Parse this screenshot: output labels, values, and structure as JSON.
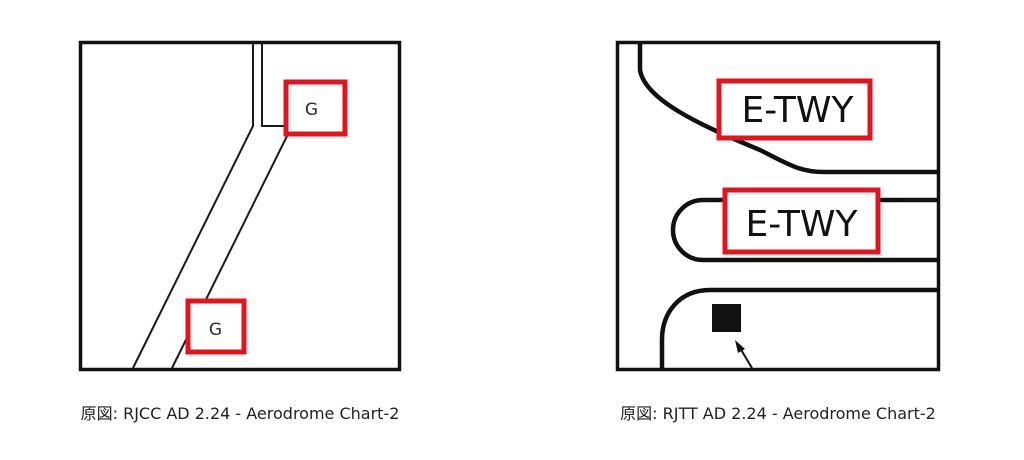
{
  "left_panel": {
    "labels": [
      "G",
      "G"
    ],
    "caption": "原図: RJCC AD 2.24 - Aerodrome Chart-2"
  },
  "right_panel": {
    "labels": [
      "E-TWY",
      "E-TWY"
    ],
    "caption": "原図: RJTT AD 2.24 - Aerodrome Chart-2"
  },
  "colors": {
    "highlight_box": "#e3141c",
    "frame": "#111111",
    "taxiway_line": "#1a1a1a"
  }
}
